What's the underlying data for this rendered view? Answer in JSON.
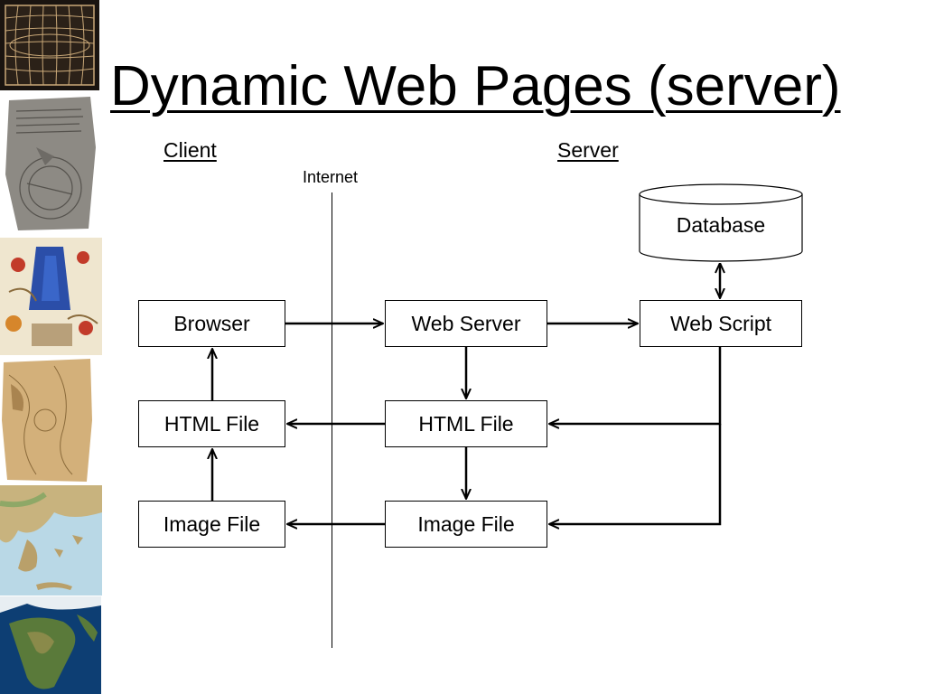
{
  "slide": {
    "title": "Dynamic Web Pages (server)",
    "client_label": "Client",
    "server_label": "Server",
    "internet_label": "Internet"
  },
  "nodes": {
    "browser": "Browser",
    "client_html_file": "HTML File",
    "client_image_file": "Image File",
    "web_server": "Web Server",
    "server_html_file": "HTML File",
    "server_image_file": "Image File",
    "web_script": "Web Script",
    "database": "Database"
  },
  "side_images": [
    "grid-map-icon",
    "clay-tablet-map-icon",
    "illuminated-map-icon",
    "parchment-map-icon",
    "greece-map-icon",
    "earth-globe-icon"
  ],
  "colors": {
    "text": "#000000",
    "background": "#ffffff",
    "line": "#000000"
  }
}
